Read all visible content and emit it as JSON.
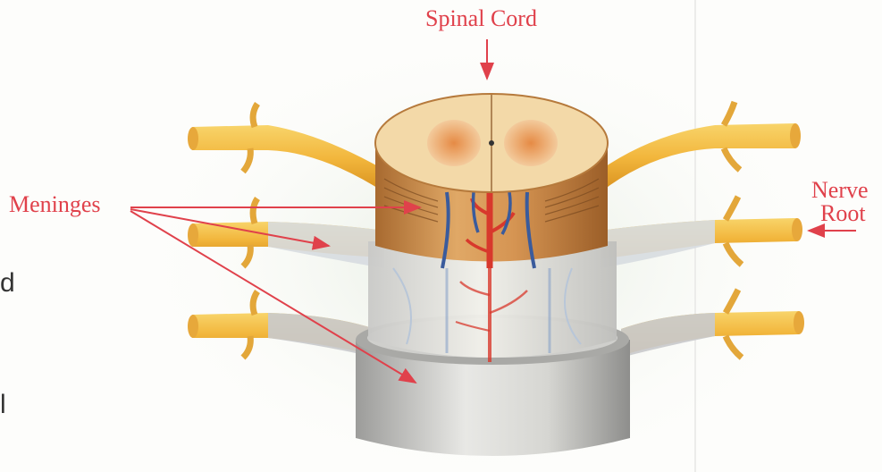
{
  "labels": {
    "spinal_cord": "Spinal Cord",
    "meninges": "Meninges",
    "nerve_root_line1": "Nerve",
    "nerve_root_line2": "Root"
  },
  "edge_fragments": [
    "d",
    "l"
  ],
  "colors": {
    "label": "#e0414b",
    "nerve": "#f2b63c",
    "cord_outer": "#c98a45",
    "gray_matter": "#e58a3f",
    "artery": "#d8382c",
    "vein": "#3a5b9c",
    "dura": "#d9d9d6"
  }
}
